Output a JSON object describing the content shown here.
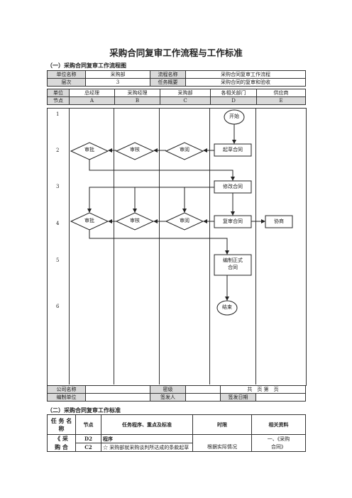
{
  "title": "采购合同复审工作流程与工作标准",
  "section1": "（一）采购合同复审工作流程图",
  "info": {
    "r1": [
      "单位名称",
      "采购部",
      "流程名称",
      "采购合同复审工作流程"
    ],
    "r2": [
      "层次",
      "3",
      "任务概要",
      "采购合同的复审和验收"
    ]
  },
  "lanes": {
    "unit_label": "单位",
    "node_label": "节点",
    "names": [
      "总经理",
      "采购经理",
      "采购部",
      "各相关部门",
      "供应商"
    ],
    "codes": [
      "A",
      "B",
      "C",
      "D",
      "E"
    ]
  },
  "rows": [
    "1",
    "2",
    "3",
    "4",
    "5",
    "6"
  ],
  "shapes": {
    "start": "开始",
    "draft": "起草合同",
    "review_a": "审批",
    "check_b": "审核",
    "read_c": "审阅",
    "revise": "修改合同",
    "recheck": "复审合同",
    "negotiate": "协商",
    "formal1": "编制正式",
    "formal2": "合同",
    "end": "结束",
    "review_a2": "审批",
    "check_b2": "审核",
    "read_c2": "审阅"
  },
  "footer": {
    "r1": [
      "公司名称",
      "密级",
      "共　页 第　页"
    ],
    "r2": [
      "编制单位",
      "签发人",
      "签发日期"
    ]
  },
  "section2": "（二）采购合同复审工作标准",
  "std": {
    "headers": [
      "任 务 名 称",
      "节点",
      "任务程序、重点及标准",
      "时限",
      "相关资料"
    ],
    "row1": [
      "《 采",
      "D2",
      "程序",
      "",
      "一、《采购"
    ],
    "row2": [
      "购 合",
      "C2",
      "☆ 采购部就采购谈判所达成的条款起草",
      "根据实际情况",
      "合同》"
    ]
  }
}
